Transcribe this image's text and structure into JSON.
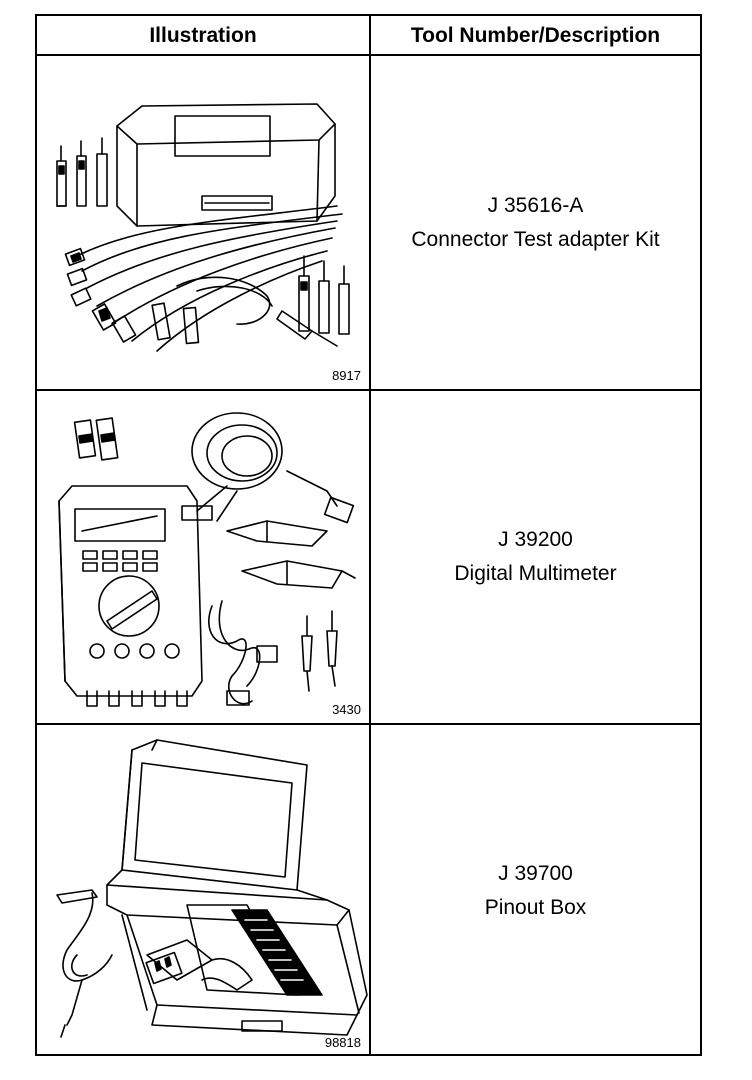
{
  "table": {
    "header": {
      "illustration": "Illustration",
      "tool": "Tool Number/Description"
    },
    "rows": [
      {
        "figure_number": "8917",
        "tool_number": "J 35616-A",
        "description": "Connector Test adapter Kit",
        "illustration_icon": "connector-test-adapter-kit-icon"
      },
      {
        "figure_number": "3430",
        "tool_number": "J 39200",
        "description": "Digital Multimeter",
        "illustration_icon": "digital-multimeter-icon"
      },
      {
        "figure_number": "98818",
        "tool_number": "J 39700",
        "description": "Pinout Box",
        "illustration_icon": "pinout-box-icon"
      }
    ]
  }
}
